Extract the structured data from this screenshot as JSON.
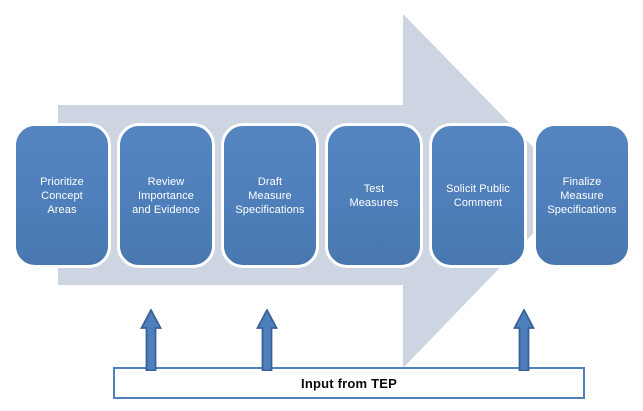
{
  "diagram": {
    "name": "measure-development-process-flow",
    "colors": {
      "process_arrow_fill": "#CDD4E2",
      "step_fill": "#4E7FBA",
      "step_border": "#FFFFFF",
      "step_text": "#FFFFFF",
      "feedback_arrow_fill": "#4E7FBA",
      "feedback_arrow_border": "#38619B",
      "feedback_box_border": "#4F81BD",
      "feedback_text": "#0A0A0A"
    },
    "steps": [
      {
        "label": "Prioritize\nConcept\nAreas"
      },
      {
        "label": "Review\nImportance\nand Evidence"
      },
      {
        "label": "Draft\nMeasure\nSpecifications"
      },
      {
        "label": "Test\nMeasures"
      },
      {
        "label": "Solicit Public\nComment"
      },
      {
        "label": "Finalize\nMeasure\nSpecifications"
      }
    ],
    "feedback": {
      "label": "Input from TEP"
    }
  }
}
